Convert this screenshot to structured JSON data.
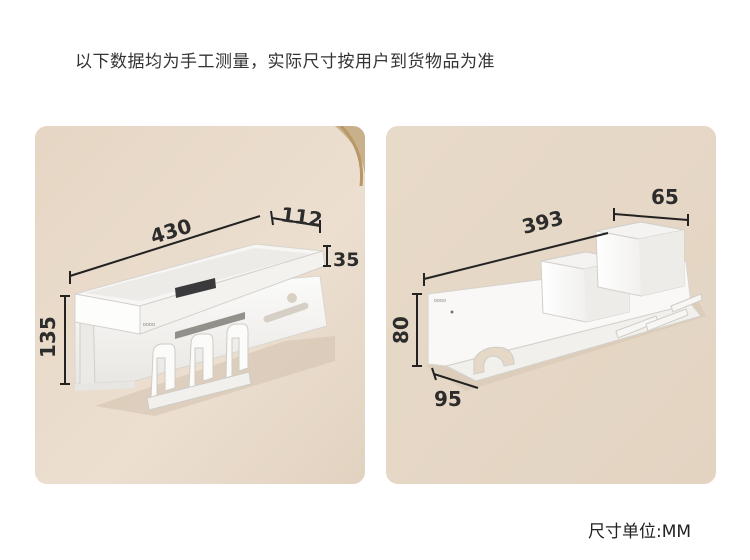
{
  "note": "以下数据均为手工测量，实际尺寸按用户到货物品为准",
  "left_product": {
    "width": "430",
    "depth": "112",
    "lip_height": "35",
    "height": "135",
    "brand_mark": "ᴅᴅᴅᴅ"
  },
  "right_product": {
    "width": "393",
    "depth": "65",
    "height": "80",
    "hook_depth": "95",
    "brand_mark": "ᴅᴅᴅᴅ"
  },
  "unit_label": "尺寸单位:MM"
}
